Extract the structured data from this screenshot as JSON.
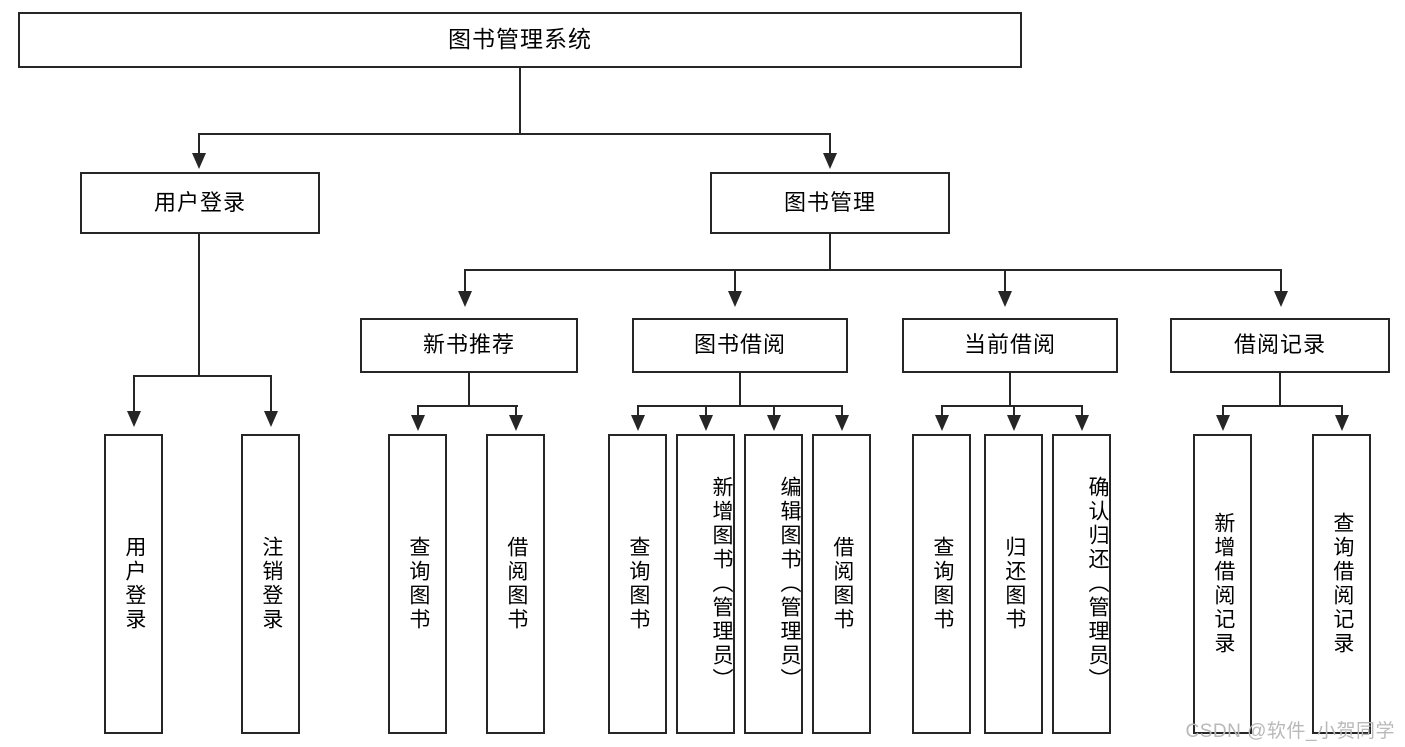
{
  "diagram": {
    "type": "tree",
    "title": "图书管理系统",
    "root": {
      "label": "图书管理系统"
    },
    "level1": [
      {
        "label": "用户登录"
      },
      {
        "label": "图书管理"
      }
    ],
    "level2": [
      {
        "label": "新书推荐"
      },
      {
        "label": "图书借阅"
      },
      {
        "label": "当前借阅"
      },
      {
        "label": "借阅记录"
      }
    ],
    "leaves": {
      "user_login": [
        {
          "label": "用户登录"
        },
        {
          "label": "注销登录"
        }
      ],
      "new_book_recommend": [
        {
          "label": "查询图书"
        },
        {
          "label": "借阅图书"
        }
      ],
      "book_borrow": [
        {
          "label": "查询图书"
        },
        {
          "label": "新增图书（管理员）"
        },
        {
          "label": "编辑图书（管理员）"
        },
        {
          "label": "借阅图书"
        }
      ],
      "current_borrow": [
        {
          "label": "查询图书"
        },
        {
          "label": "归还图书"
        },
        {
          "label": "确认归还（管理员）"
        }
      ],
      "borrow_record": [
        {
          "label": "新增借阅记录"
        },
        {
          "label": "查询借阅记录"
        }
      ]
    }
  },
  "watermark": {
    "text": "CSDN @软件_小贺同学"
  },
  "colors": {
    "stroke": "#262626",
    "fill": "#ffffff",
    "text": "#000000",
    "watermark": "#b9b9b9"
  }
}
